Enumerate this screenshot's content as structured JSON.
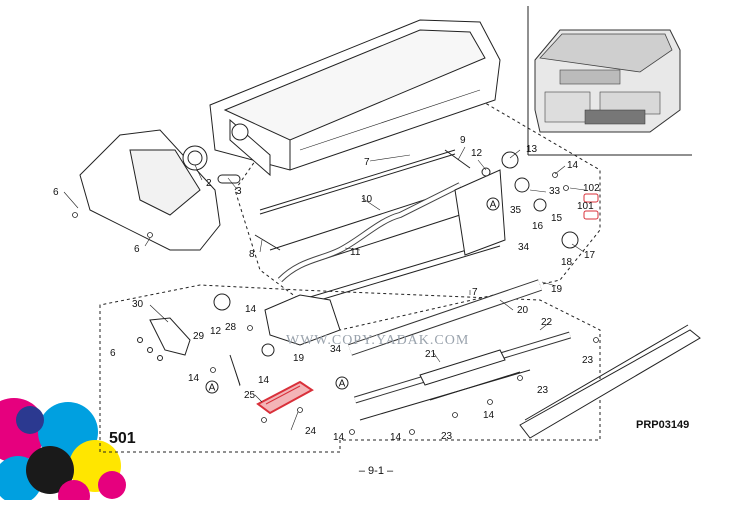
{
  "diagram": {
    "section_number": "501",
    "figure_code": "PRP03149",
    "page_number": "– 9-1 –",
    "watermark": "WWW.COPY.YADAK.COM",
    "badge_letter": "A",
    "callouts": [
      {
        "id": "c6a",
        "text": "6"
      },
      {
        "id": "c2",
        "text": "2"
      },
      {
        "id": "c3",
        "text": "3"
      },
      {
        "id": "c6b",
        "text": "6"
      },
      {
        "id": "c7a",
        "text": "7"
      },
      {
        "id": "c9",
        "text": "9"
      },
      {
        "id": "c12a",
        "text": "12"
      },
      {
        "id": "c13",
        "text": "13"
      },
      {
        "id": "c14a",
        "text": "14"
      },
      {
        "id": "c10",
        "text": "10"
      },
      {
        "id": "c33",
        "text": "33"
      },
      {
        "id": "c102",
        "text": "102"
      },
      {
        "id": "c101",
        "text": "101"
      },
      {
        "id": "c35",
        "text": "35"
      },
      {
        "id": "c15",
        "text": "15"
      },
      {
        "id": "c16",
        "text": "16"
      },
      {
        "id": "c34a",
        "text": "34"
      },
      {
        "id": "c8",
        "text": "8"
      },
      {
        "id": "c11",
        "text": "11"
      },
      {
        "id": "c17",
        "text": "17"
      },
      {
        "id": "c18",
        "text": "18"
      },
      {
        "id": "c19a",
        "text": "19"
      },
      {
        "id": "c7b",
        "text": "7"
      },
      {
        "id": "c20",
        "text": "20"
      },
      {
        "id": "c30",
        "text": "30"
      },
      {
        "id": "c14b",
        "text": "14"
      },
      {
        "id": "c12b",
        "text": "12"
      },
      {
        "id": "c29",
        "text": "29"
      },
      {
        "id": "c28",
        "text": "28"
      },
      {
        "id": "c6c",
        "text": "6"
      },
      {
        "id": "c19b",
        "text": "19"
      },
      {
        "id": "c34b",
        "text": "34"
      },
      {
        "id": "c22",
        "text": "22"
      },
      {
        "id": "c14c",
        "text": "14"
      },
      {
        "id": "c14d",
        "text": "14"
      },
      {
        "id": "c21",
        "text": "21"
      },
      {
        "id": "c23a",
        "text": "23"
      },
      {
        "id": "c25",
        "text": "25"
      },
      {
        "id": "c23b",
        "text": "23"
      },
      {
        "id": "c24",
        "text": "24"
      },
      {
        "id": "c14e",
        "text": "14"
      },
      {
        "id": "c14f",
        "text": "14"
      },
      {
        "id": "c23c",
        "text": "23"
      },
      {
        "id": "c14g",
        "text": "14"
      }
    ],
    "colors": {
      "line": "#222222",
      "highlight": "#d9303a",
      "highlight_fill": "#f3b4b7",
      "logo_magenta": "#e6007e",
      "logo_cyan": "#00a0e0",
      "logo_yellow": "#ffe600",
      "logo_black": "#1a1a1a",
      "logo_blue": "#2b3990"
    }
  }
}
